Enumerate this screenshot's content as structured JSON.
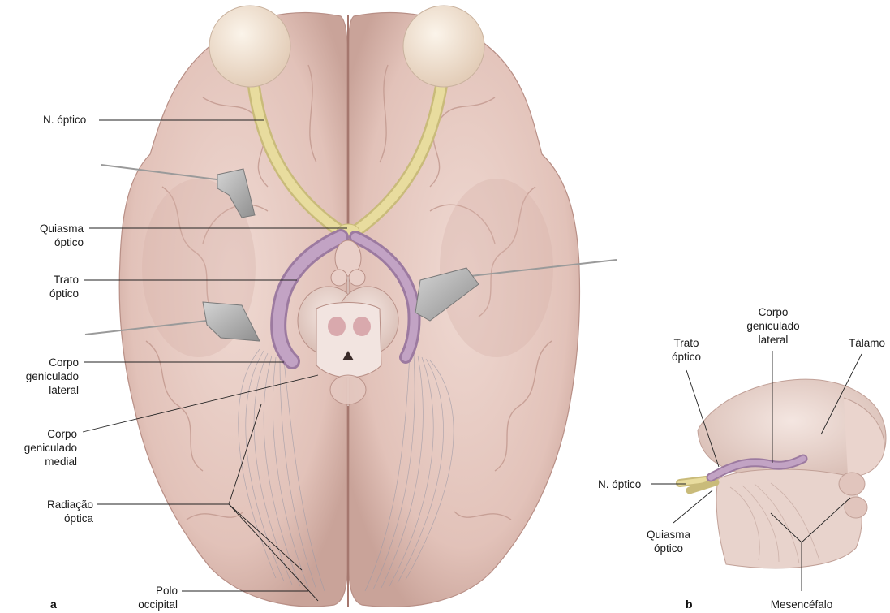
{
  "panel_a": {
    "letter": "a",
    "labels": {
      "optic_nerve": [
        "N. óptico"
      ],
      "optic_chiasm": [
        "Quiasma",
        "óptico"
      ],
      "optic_tract": [
        "Trato",
        "óptico"
      ],
      "lateral_geniculate": [
        "Corpo",
        "geniculado",
        "lateral"
      ],
      "medial_geniculate": [
        "Corpo",
        "geniculado",
        "medial"
      ],
      "optic_radiation": [
        "Radiação",
        "óptica"
      ],
      "occipital_pole": [
        "Polo",
        "occipital"
      ]
    }
  },
  "panel_b": {
    "letter": "b",
    "labels": {
      "optic_tract": [
        "Trato",
        "óptico"
      ],
      "lateral_geniculate": [
        "Corpo",
        "geniculado",
        "lateral"
      ],
      "thalamus": [
        "Tálamo"
      ],
      "optic_nerve": [
        "N. óptico"
      ],
      "optic_chiasm": [
        "Quiasma",
        "óptico"
      ],
      "midbrain": [
        "Mesencéfalo"
      ]
    }
  },
  "colors": {
    "brain": "#e6c9c1",
    "brain_shadow": "#c9a49a",
    "optic_nerve": "#e4d79a",
    "optic_tract": "#b796b8",
    "eyeball": "#f3e7d9",
    "retractor": "#a9a9a9"
  }
}
